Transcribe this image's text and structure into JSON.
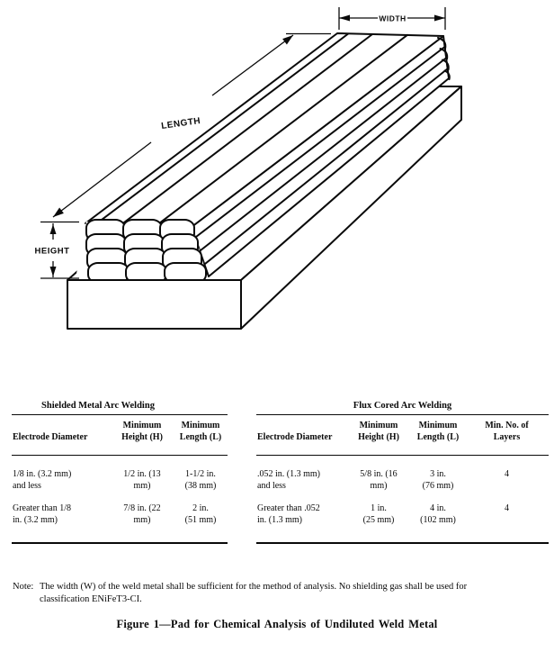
{
  "page": {
    "background": "#ffffff",
    "ink": "#0a0a0a"
  },
  "diagram": {
    "labels": {
      "width": "WIDTH",
      "length": "LENGTH",
      "height": "HEIGHT"
    }
  },
  "tables": [
    {
      "title": "Shielded Metal Arc Welding",
      "columns": [
        [
          "Electrode Diameter"
        ],
        [
          "Minimum",
          "Height (H)"
        ],
        [
          "Minimum",
          "Length (L)"
        ]
      ],
      "rows": [
        [
          [
            "1/8 in. (3.2 mm)",
            "and less"
          ],
          [
            "1/2 in. (13",
            "mm)"
          ],
          [
            "1-1/2 in.",
            "(38 mm)"
          ]
        ],
        [
          [
            "Greater than 1/8",
            "in. (3.2 mm)"
          ],
          [
            "7/8 in. (22",
            "mm)"
          ],
          [
            "2 in.",
            "(51 mm)"
          ]
        ]
      ]
    },
    {
      "title": "Flux Cored Arc Welding",
      "columns": [
        [
          "Electrode Diameter"
        ],
        [
          "Minimum",
          "Height (H)"
        ],
        [
          "Minimum",
          "Length (L)"
        ],
        [
          "Min. No. of",
          "Layers"
        ]
      ],
      "rows": [
        [
          [
            ".052 in. (1.3 mm)",
            "and less"
          ],
          [
            "5/8 in. (16",
            "mm)"
          ],
          [
            "3 in.",
            "(76 mm)"
          ],
          [
            "4"
          ]
        ],
        [
          [
            "Greater than .052",
            "in. (1.3 mm)"
          ],
          [
            "1 in.",
            "(25 mm)"
          ],
          [
            "4 in.",
            "(102 mm)"
          ],
          [
            "4"
          ]
        ]
      ]
    }
  ],
  "note": {
    "label": "Note:",
    "line1": "The width (W) of the weld metal shall be sufficient for the method of analysis. No shielding gas shall be used for",
    "line2": "classification ENiFeT3-CI."
  },
  "caption": "Figure 1—Pad for Chemical Analysis of Undiluted Weld Metal"
}
